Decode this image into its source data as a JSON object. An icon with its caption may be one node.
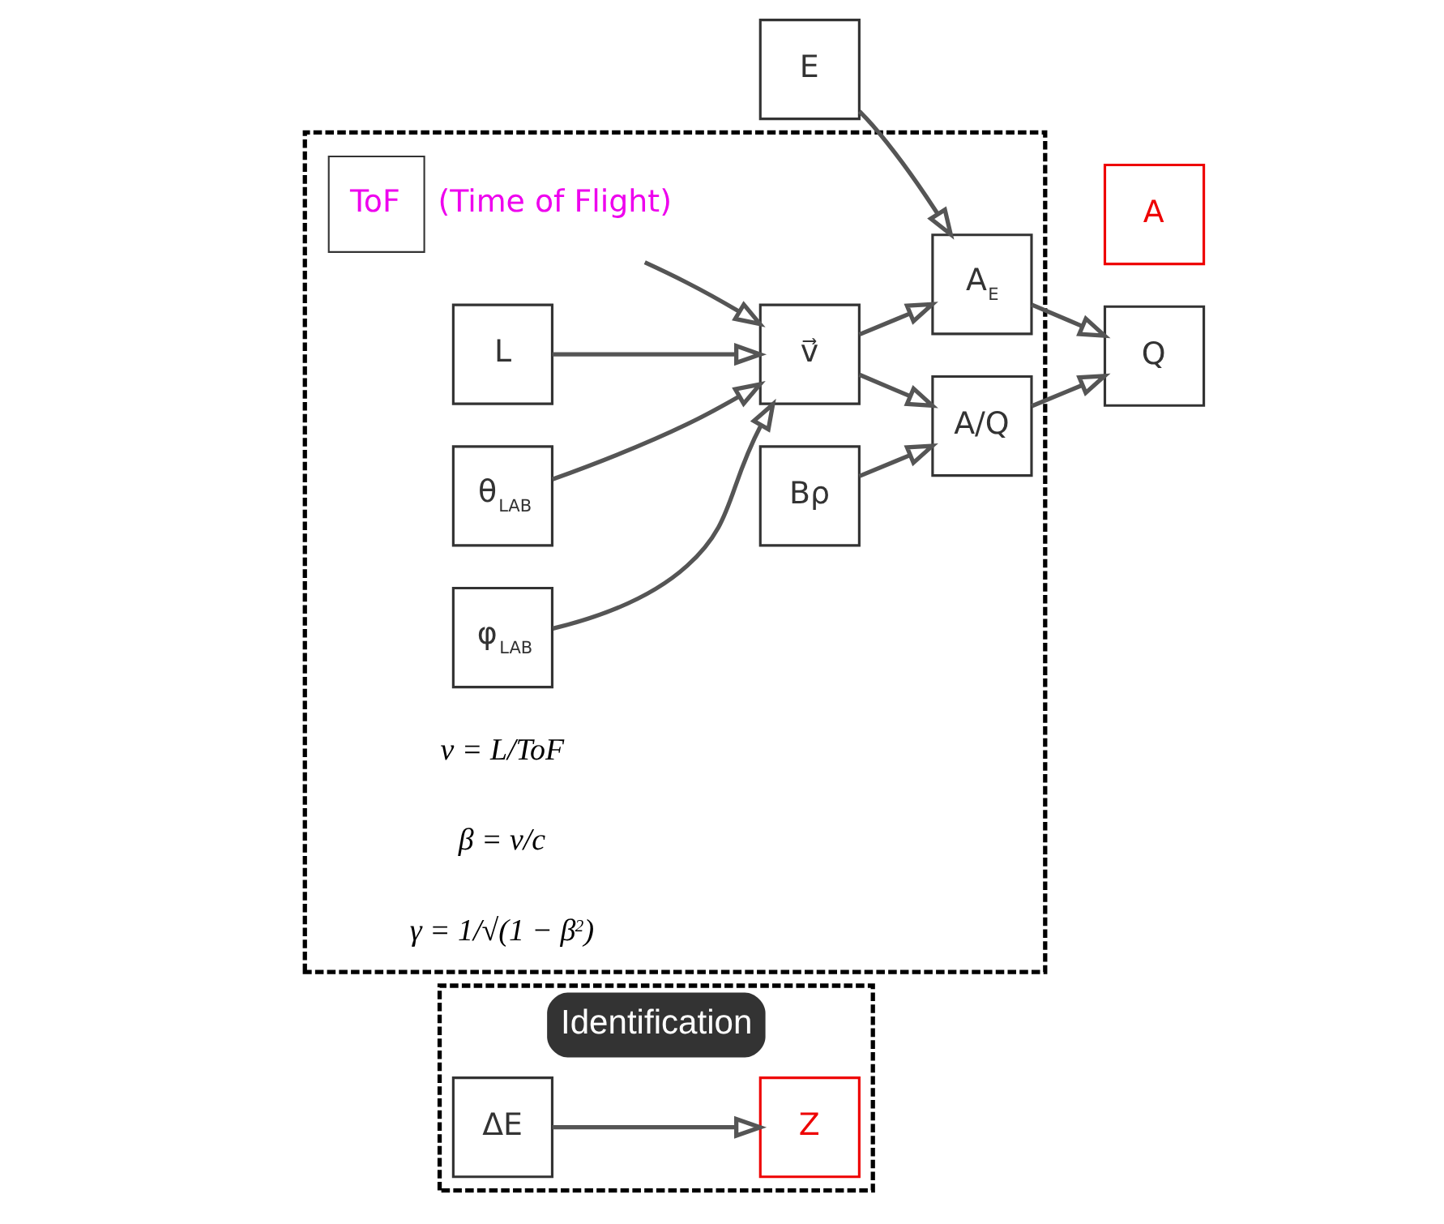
{
  "diagram": {
    "nodes": [
      {
        "text": [
          "Identification"
        ]
      },
      {
        "text": [
          "ΔE"
        ],
        "in": 0
      },
      {
        "text": [
          "E"
        ]
      },
      {
        "text": [
          "Z"
        ],
        "in": 0
      },
      {
        "text": [],
        "shape": "box"
      },
      {
        "text": [
          "ToF"
        ],
        "beside": [
          "(Time of Flight)"
        ],
        "in": 4
      },
      {
        "text": [
          "L"
        ],
        "in": 4
      },
      {
        "text": [
          "θ$_{LAB}$"
        ],
        "in": 4
      },
      {
        "text": [
          "φ$_{LAB}$"
        ],
        "in": 4
      },
      {
        "text": [
          "v⃗"
        ],
        "in": 4
      },
      {
        "text": [
          "Bρ"
        ],
        "in": 4
      },
      {
        "text": [
          "A$_{E}$"
        ],
        "in": 4
      },
      {
        "text": [
          "A/Q"
        ],
        "in": 4
      },
      {
        "text": [
          "Q"
        ]
      },
      {
        "text": [
          "A"
        ]
      }
    ],
    "edges": [
      {
        "from": 1,
        "to": 3,
        "arrow": "to"
      },
      {
        "from": 5,
        "to": 9,
        "arrow": "to"
      },
      {
        "from": 6,
        "to": 9,
        "arrow": "to"
      },
      {
        "from": 7,
        "to": 9,
        "arrow": "to"
      },
      {
        "from": 8,
        "to": 9,
        "arrow": "to"
      },
      {
        "from": 2,
        "to": 11,
        "arrow": "to"
      },
      {
        "from": 9,
        "to": 11,
        "arrow": "to"
      },
      {
        "from": 9,
        "to": 12,
        "arrow": "to"
      },
      {
        "from": 10,
        "to": 12,
        "arrow": "to"
      },
      {
        "from": 11,
        "to": 13,
        "arrow": "to"
      },
      {
        "from": 12,
        "to": 13,
        "arrow": "to"
      }
    ],
    "labels": [
      "v = L/ToF",
      "β = v/c",
      "γ = 1/√(1 − β$^{2}$)"
    ]
  }
}
